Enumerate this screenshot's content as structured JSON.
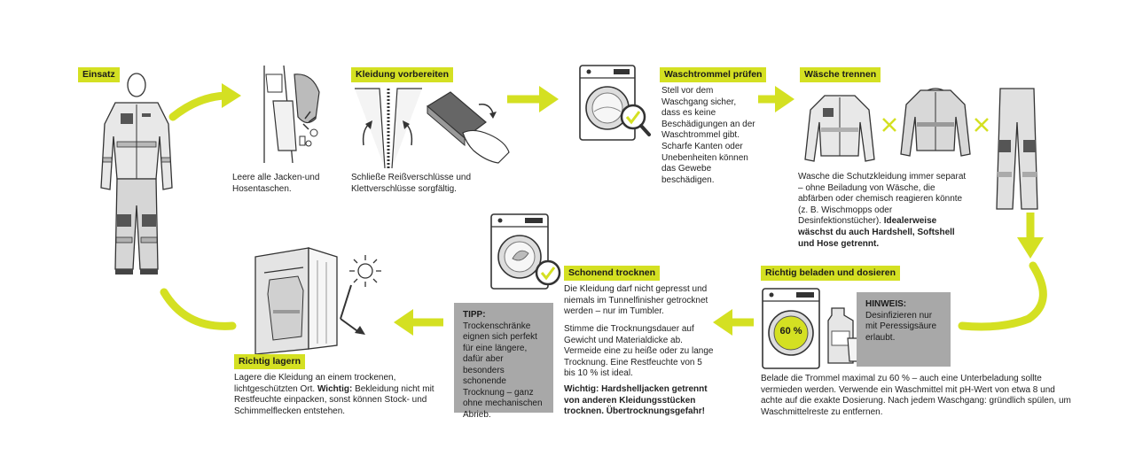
{
  "colors": {
    "accent": "#d4e022",
    "ink": "#222222",
    "grey_box": "#a8a8a8",
    "mid_grey": "#8c8c8c"
  },
  "icons": [
    "worker-suit-icon",
    "emptying-pockets-icon",
    "zipper-icon",
    "velcro-hand-icon",
    "washing-machine-check-icon",
    "jacket-icon",
    "softshell-icon",
    "trousers-icon",
    "cross-icon",
    "washing-machine-60-icon",
    "detergent-icon",
    "measuring-cup-icon",
    "washing-machine-drying-icon",
    "locker-icon",
    "sun-icon",
    "arrow-icon"
  ],
  "steps": {
    "einsatz": {
      "label": "Einsatz"
    },
    "taschen": {
      "text": "Leere alle Jacken-und Hosentaschen."
    },
    "vorbereiten": {
      "label": "Kleidung vorbereiten",
      "text": "Schließe Reißverschlüsse und Klettverschlüsse sorgfältig."
    },
    "pruefen": {
      "label": "Waschtrommel prüfen",
      "text": "Stell vor dem Waschgang sicher, dass es keine Beschädigungen an der Waschtrommel gibt. Scharfe Kanten oder Unebenheiten können das Gewebe beschädigen."
    },
    "trennen": {
      "label": "Wäsche trennen",
      "text": "Wasche die Schutzkleidung immer separat – ohne Beiladung von Wäsche, die abfärben oder chemisch reagieren könnte (z. B. Wischmopps oder Desinfektionstücher).",
      "bold": "Idealerweise wäschst du auch Hardshell, Softshell und Hose getrennt."
    },
    "beladen": {
      "label": "Richtig beladen und dosieren",
      "percent": "60 %",
      "text": "Belade die Trommel maximal zu 60 % – auch eine Unterbeladung sollte vermieden werden. Verwende ein Waschmittel mit pH-Wert von etwa 8 und achte auf die exakte Dosierung. Nach jedem Waschgang: gründlich spülen, um Waschmittelreste zu entfernen."
    },
    "hinweis": {
      "head": "HINWEIS:",
      "text": "Desinfizieren nur mit Peressigsäure erlaubt."
    },
    "trocknen": {
      "label": "Schonend trocknen",
      "p1": "Die Kleidung darf nicht gepresst und niemals im Tunnelfinisher getrocknet werden – nur im Tumbler.",
      "p2": "Stimme die Trocknungsdauer auf Gewicht und Materialdicke ab. Vermeide eine zu heiße oder zu lange Trocknung. Eine Restfeuchte von 5 bis 10 % ist ideal.",
      "bold": "Wichtig: Hardshelljacken getrennt von anderen Kleidungsstücken trocknen. Übertrocknungsgefahr!"
    },
    "tipp": {
      "head": "TIPP:",
      "text": "Trockenschränke eignen sich perfekt für eine längere, dafür aber besonders schonende Trocknung – ganz ohne mechanischen Abrieb."
    },
    "lagern": {
      "label": "Richtig lagern",
      "text": "Lagere die Kleidung an einem trockenen, lichtgeschützten Ort.",
      "bold": "Wichtig:",
      "text2": "Bekleidung nicht mit Restfeuchte einpacken, sonst können Stock- und Schimmelflecken entstehen."
    }
  }
}
